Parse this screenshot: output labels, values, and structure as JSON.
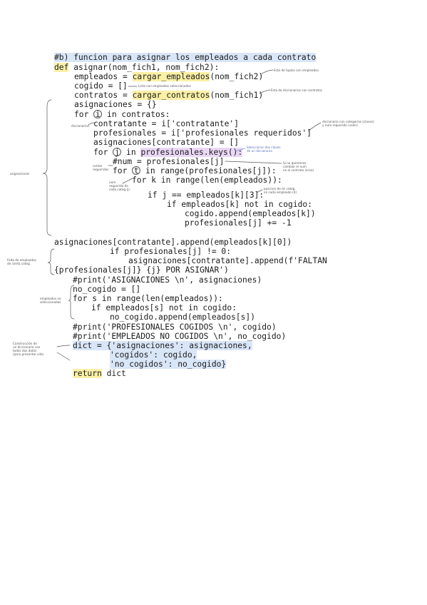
{
  "code": {
    "l1": "#b) funcion para asignar los empleados a cada contrato",
    "l2_kw": "def",
    "l2_rest": " asignar(nom_fich1, nom_fich2):",
    "l3_a": "empleados = ",
    "l3_fn": "cargar_empleados",
    "l3_b": "(nom_fich2)",
    "l4": "cogido = []",
    "l5_a": "contratos = ",
    "l5_fn": "cargar_contratos",
    "l5_b": "(nom_fich1)",
    "l6": "asignaciones = {}",
    "l7_a": "for ",
    "l7_i": "i",
    "l7_b": " in contratos:",
    "l8": "contratante = i['contratante']",
    "l9": "profesionales = i['profesionales requeridos']",
    "l10": "asignaciones[contratante] = []",
    "l11_a": "for ",
    "l11_j": "j",
    "l11_b": " in ",
    "l11_c": "profesionales.keys():",
    "l12": "#num = profesionales[j]",
    "l13_a": "for ",
    "l13_t": "t",
    "l13_b": " in range(profesionales[j]):",
    "l14": "for k in range(len(empleados)):",
    "l15": "if j == empleados[k][3]:",
    "l16": "if empleados[k] not in cogido:",
    "l17": "cogido.append(empleados[k])",
    "l18": "profesionales[j] += -1",
    "l19": "asignaciones[contratante].append(empleados[k][0])",
    "l20": "if profesionales[j] != 0:",
    "l21": "asignaciones[contratante].append(f'FALTAN",
    "l22": "{profesionales[j]} {j} POR ASIGNAR')",
    "l23": "#print('ASIGNACIONES \\n', asignaciones)",
    "l24": "no_cogido = []",
    "l25": "for s in range(len(empleados)):",
    "l26": "if empleados[s] not in cogido:",
    "l27": "no_cogido.append(empleados[s])",
    "l28": "#print('PROFESIONALES COGIDOS \\n', cogido)",
    "l29": "#print('EMPLEADOS NO COGIDOS \\n', no_cogido)",
    "l30": "dict = {'asignaciones': asignaciones,",
    "l31": "'cogidos': cogido,",
    "l32": "'no cogidos': no_cogido}",
    "l33_kw": "return",
    "l33_rest": " dict"
  },
  "notes": {
    "n1": "Esta de tuplas con empleados",
    "n2": "Lista con empleados seleccionados",
    "n3": "Esta de diccionarios con contratos",
    "n4": "diccionarios",
    "n5": "diccionario con categorías (claves)\ny num requerido (valor)",
    "n6": "Seleccionar dos claves\nde un diccionario",
    "n7": "Si no queremos\ncambiar el num\nen el contrato inicial",
    "n8": "contar\nrequeridos",
    "n9": "num\nrequerido de\ncada categ.(j)",
    "n10": "posicion de mi categ.\nen cada empleado (4)",
    "n11": "asignaciones",
    "n12": "Falta de empleados\nde cierta categ.",
    "n13": "empleados no\nseleccionados",
    "n14": "Construcción de\nun diccionario con\ntodos dos datos\n(para presentar vida"
  },
  "colors": {
    "highlight_yellow": "#fbf0a6",
    "highlight_blue": "#d9e6f7",
    "highlight_purple": "#ead7f5",
    "ink": "#1c1c1c"
  }
}
